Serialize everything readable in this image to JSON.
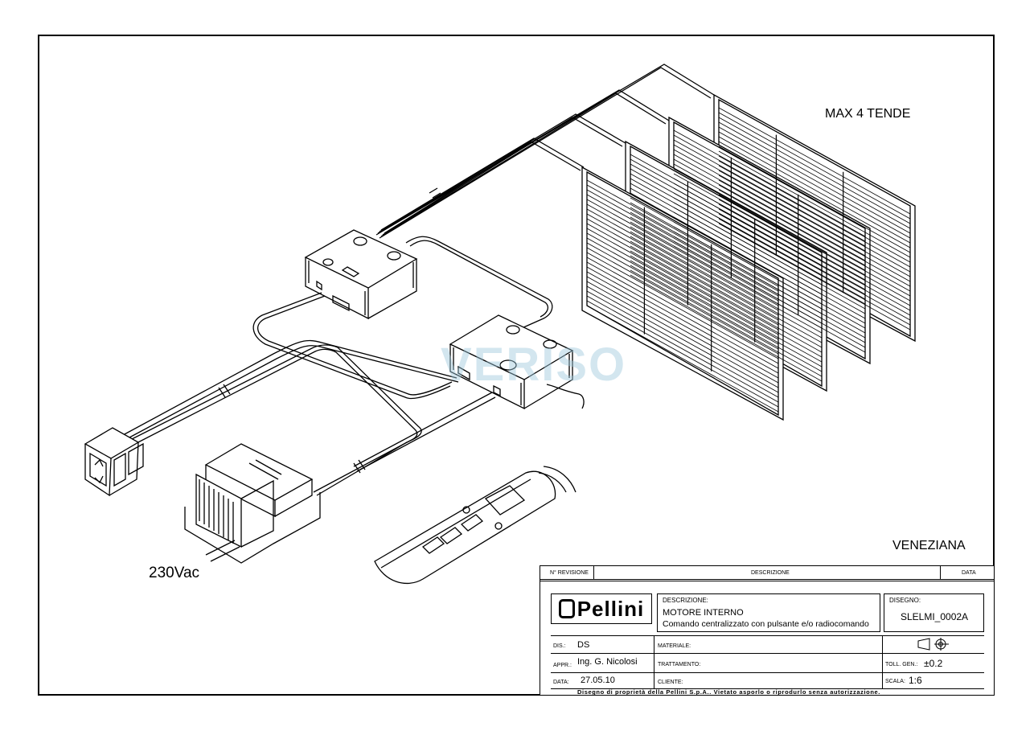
{
  "labels": {
    "max_tende": "MAX 4 TENDE",
    "veneziana": "VENEZIANA",
    "voltage": "230Vac"
  },
  "watermark": "VERISO",
  "title_block": {
    "rev_no_label": "N° REVISIONE",
    "rev_desc_label": "DESCRIZIONE",
    "rev_date_label": "DATA",
    "logo_text": "Pellini",
    "descrizione_label": "DESCRIZIONE:",
    "descrizione_line1": "MOTORE INTERNO",
    "descrizione_line2": "Comando centralizzato con pulsante e/o radiocomando",
    "disegno_label": "DISEGNO:",
    "disegno_value": "SLELMI_0002A",
    "dis_label": "DIS.:",
    "dis_value": "DS",
    "appr_label": "APPR.:",
    "appr_value": "Ing. G. Nicolosi",
    "data_label": "DATA:",
    "data_value": "27.05.10",
    "materiale_label": "MATERIALE:",
    "trattamento_label": "TRATTAMENTO:",
    "cliente_label": "CLIENTE:",
    "toll_label": "TOLL. GEN.:",
    "toll_value": "±0.2",
    "scala_label": "SCALA:",
    "scala_value": "1:6",
    "footer": "Disegno di proprietà della Pellini S.p.A.. Vietato asporlo o riprodurlo senza autorizzazione."
  },
  "colors": {
    "line": "#000000",
    "watermark": "#9ec9dd"
  }
}
